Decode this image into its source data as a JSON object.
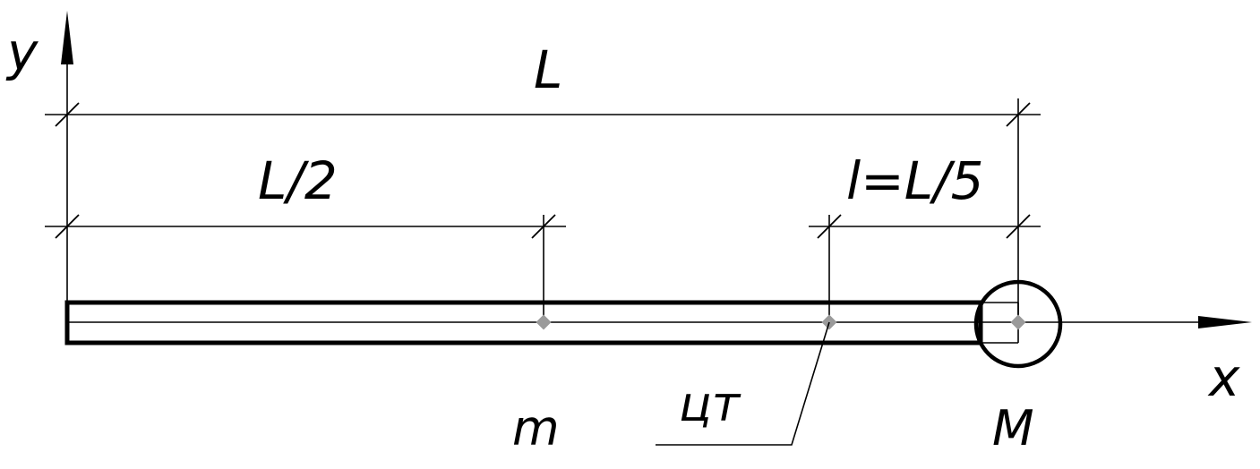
{
  "axes": {
    "x_label": "x",
    "y_label": "y"
  },
  "dimensions": {
    "total": "L",
    "half": "L/2",
    "short": "l=L/5"
  },
  "points": {
    "rod_mass": "m",
    "center_of_mass": "цт",
    "end_mass": "M"
  },
  "colors": {
    "lines": "#000000",
    "point_markers": "#9a9a9a",
    "background": "#ffffff"
  }
}
